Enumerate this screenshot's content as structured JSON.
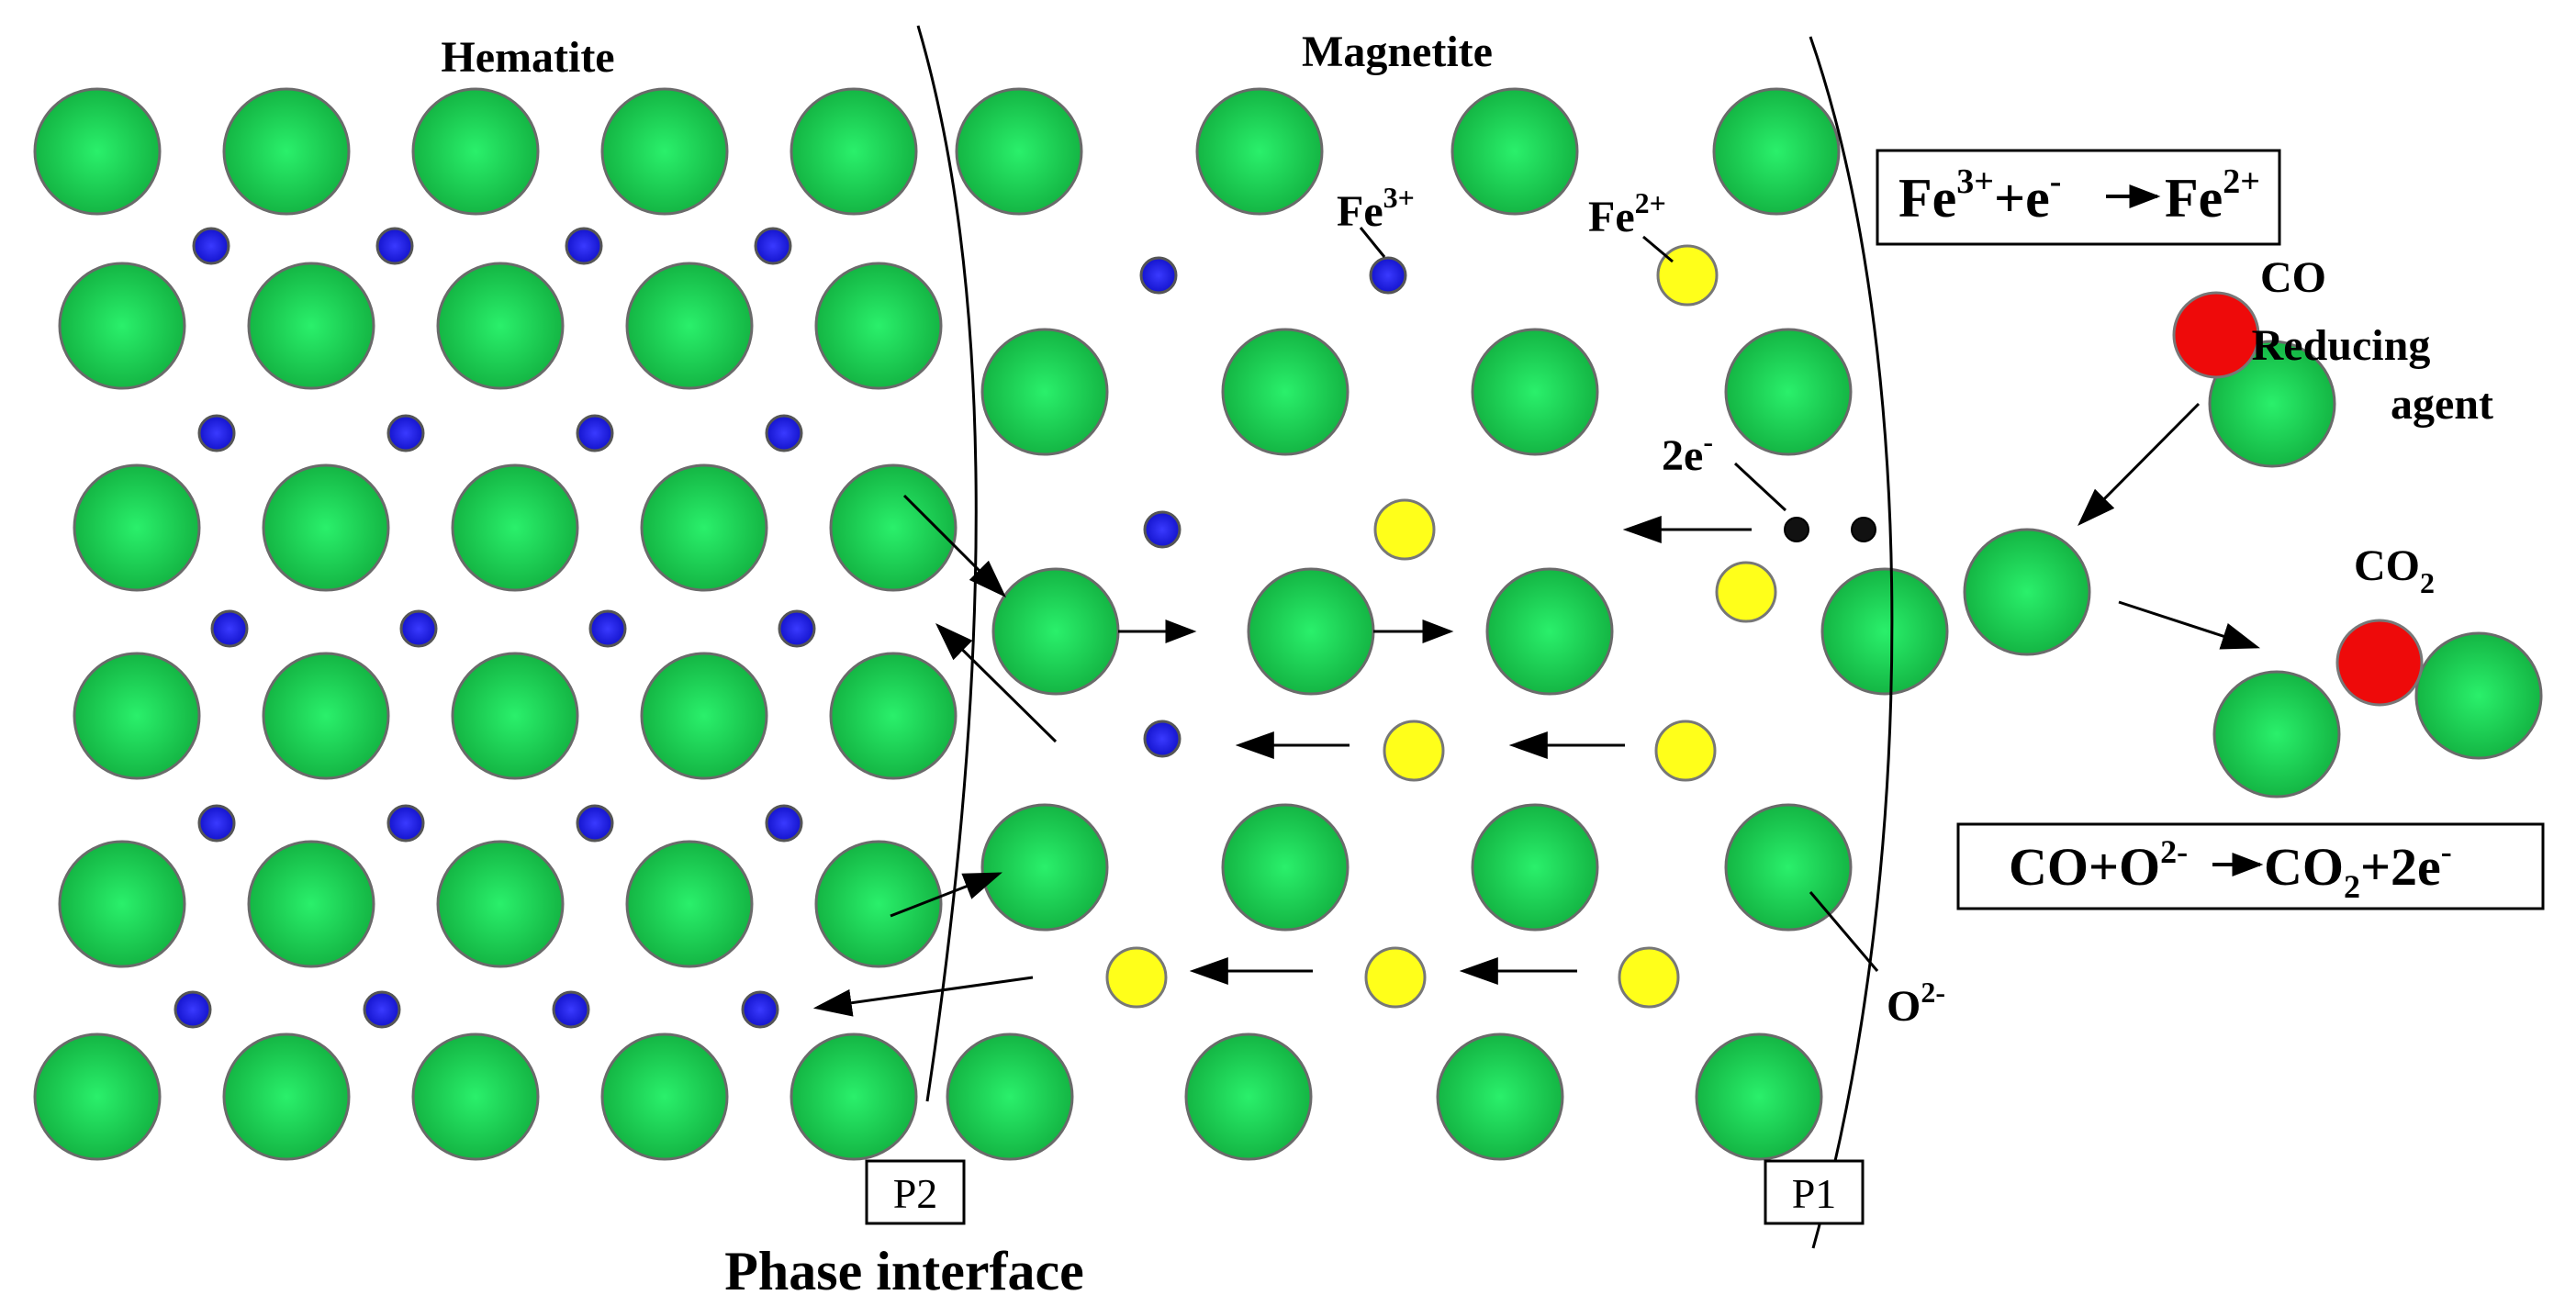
{
  "labels": {
    "hematite": "Hematite",
    "magnetite": "Magnetite",
    "fe3": "Fe",
    "fe3_sup": "3+",
    "fe2": "Fe",
    "fe2_sup": "2+",
    "two_e": "2e",
    "two_e_sup": "-",
    "o2": "O",
    "o2_sup": "2-",
    "co": "CO",
    "reducing_1": "Reducing",
    "reducing_2": "agent",
    "co2": "CO",
    "co2_sub": "2",
    "p1": "P1",
    "p2": "P2",
    "phase_interface": "Phase interface"
  },
  "equations": {
    "eq1": {
      "a": "Fe",
      "a_sup": "3+",
      "b": "+e",
      "b_sup": "-",
      "c": "Fe",
      "c_sup": "2+"
    },
    "eq2": {
      "a": "CO+O",
      "a_sup": "2-",
      "c": "CO",
      "c_sub": "2",
      "d": "+2e",
      "d_sup": "-"
    }
  },
  "colors": {
    "oxygen": "#1bc24a",
    "oxygen_light": "#2af06b",
    "fe3": "#1a1fd8",
    "fe2": "#ffff1a",
    "carbon": "#ee0a0a",
    "electron": "#111111"
  }
}
